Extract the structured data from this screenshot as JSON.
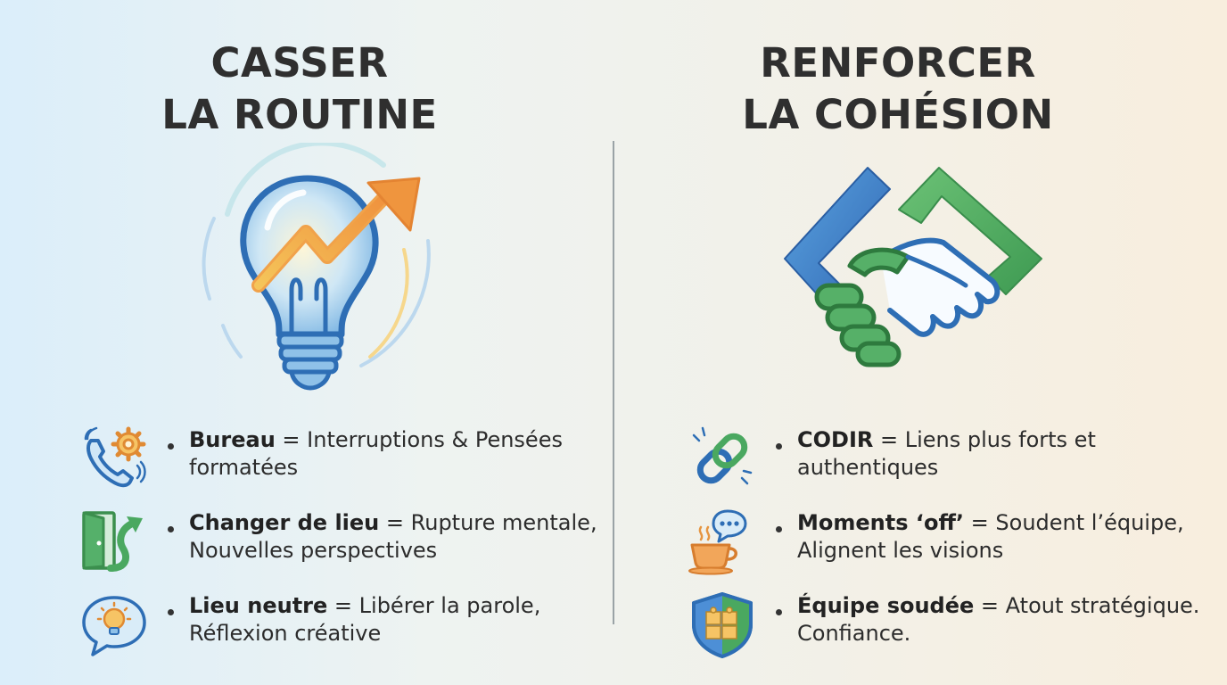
{
  "left": {
    "title_line1": "CASSER",
    "title_line2": "LA ROUTINE",
    "hero_icon": "lightbulb-rising-arrow-icon",
    "items": [
      {
        "icon": "phone-gear-icon",
        "term": "Bureau",
        "sep": " = ",
        "desc": "Interruptions & Pensées formatées"
      },
      {
        "icon": "door-path-arrow-icon",
        "term": "Changer de lieu",
        "sep": " = ",
        "desc": "Rupture mentale, Nouvelles perspectives"
      },
      {
        "icon": "speech-bubble-lightbulb-icon",
        "term": "Lieu neutre",
        "sep": " = ",
        "desc": "Libérer la parole, Réflexion créative"
      }
    ]
  },
  "right": {
    "title_line1": "RENFORCER",
    "title_line2": "LA COHÉSION",
    "hero_icon": "handshake-icon",
    "items": [
      {
        "icon": "chain-link-icon",
        "term": "CODIR",
        "sep": " = ",
        "desc": "Liens plus forts et authentiques"
      },
      {
        "icon": "coffee-cup-chat-icon",
        "term": "Moments ‘off’",
        "sep": " = ",
        "desc": "Soudent l’équipe, Alignent les visions"
      },
      {
        "icon": "shield-puzzle-icon",
        "term": "Équipe soudée",
        "sep": " = ",
        "desc": "Atout stratégique. Confiance."
      }
    ]
  },
  "colors": {
    "blue": "#3d7fc4",
    "green": "#4aa860",
    "orange": "#f0a14a",
    "yellow": "#f3c65a",
    "text": "#2c2c2c"
  }
}
